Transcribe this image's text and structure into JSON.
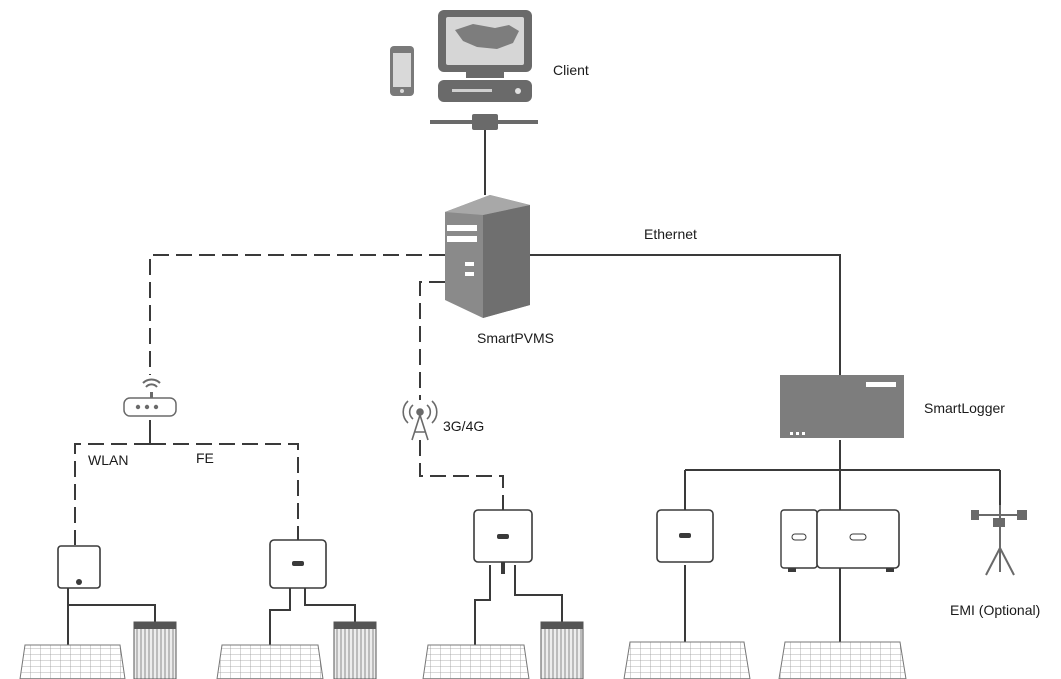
{
  "labels": {
    "client": "Client",
    "ethernet": "Ethernet",
    "smartpvms": "SmartPVMS",
    "smartlogger": "SmartLogger",
    "cellular": "3G/4G",
    "wlan": "WLAN",
    "fe": "FE",
    "emi": "EMI (Optional)"
  },
  "icons": {
    "client_pc": "desktop-computer-icon",
    "phone": "smartphone-icon",
    "server": "server-tower-icon",
    "router": "wifi-router-icon",
    "antenna": "cellular-antenna-icon",
    "logger": "smartlogger-box-icon",
    "inverter": "inverter-icon",
    "battery": "battery-icon",
    "pv_array": "solar-panel-array-icon",
    "emi": "weather-station-icon"
  },
  "colors": {
    "line": "#3a3a3a",
    "device_fill": "#7a7a7a",
    "device_light": "#d9d9d9"
  }
}
